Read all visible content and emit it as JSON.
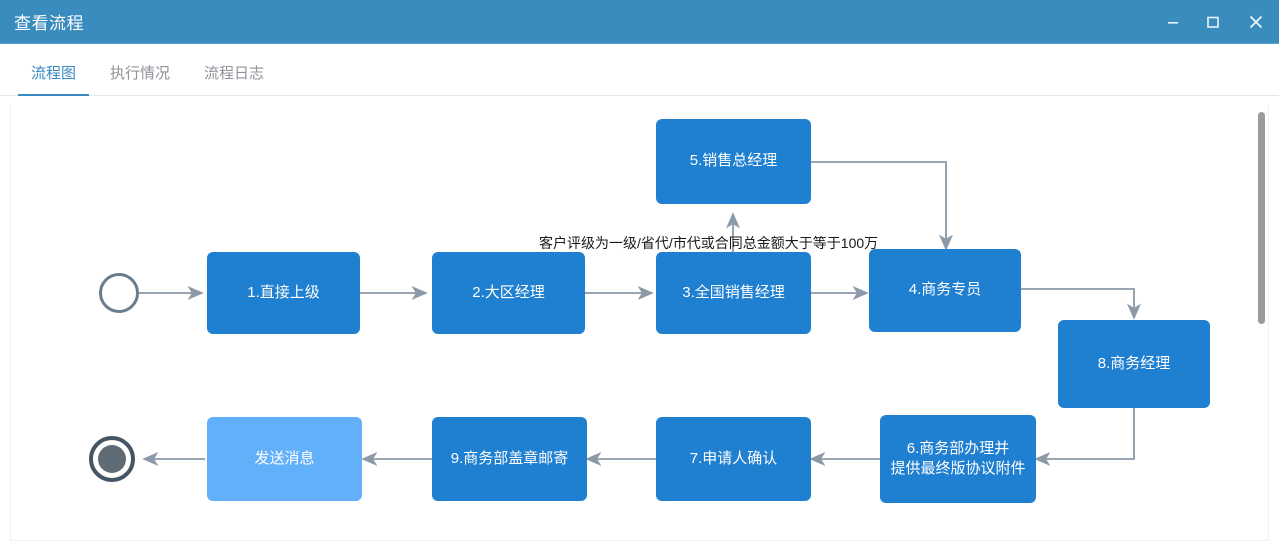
{
  "window": {
    "title": "查看流程",
    "controls": [
      {
        "name": "minimize",
        "glyph": "minimize-icon"
      },
      {
        "name": "maximize",
        "glyph": "maximize-icon"
      },
      {
        "name": "close",
        "glyph": "close-icon"
      }
    ]
  },
  "tabs": [
    {
      "label": "流程图",
      "active": true
    },
    {
      "label": "执行情况",
      "active": false
    },
    {
      "label": "流程日志",
      "active": false
    }
  ],
  "colors": {
    "titlebar": "#3a8cbf",
    "tab_active": "#3a8ac4",
    "tab_inactive": "#909399",
    "node": "#1f7fd0",
    "node_light": "#63b0fa",
    "edge": "#8a9aa8",
    "event_start_border": "#6b7c8c",
    "event_end_border": "#465566",
    "event_end_core": "#5f6b75"
  },
  "diagram": {
    "start_event": {
      "name": "start-event"
    },
    "end_event": {
      "name": "end-event"
    },
    "nodes": [
      {
        "id": "n1",
        "label": "1.直接上级",
        "style": "solid"
      },
      {
        "id": "n2",
        "label": "2.大区经理",
        "style": "solid"
      },
      {
        "id": "n3",
        "label": "3.全国销售经理",
        "style": "solid"
      },
      {
        "id": "n5",
        "label": "5.销售总经理",
        "style": "solid"
      },
      {
        "id": "n4",
        "label": "4.商务专员",
        "style": "solid"
      },
      {
        "id": "n8",
        "label": "8.商务经理",
        "style": "solid"
      },
      {
        "id": "n6",
        "label": "6.商务部办理并\n提供最终版协议附件",
        "style": "solid"
      },
      {
        "id": "n7",
        "label": "7.申请人确认",
        "style": "solid"
      },
      {
        "id": "n9",
        "label": "9.商务部盖章邮寄",
        "style": "solid"
      },
      {
        "id": "nmsg",
        "label": "发送消息",
        "style": "light"
      }
    ],
    "edge_labels": [
      {
        "id": "cond1",
        "text": "客户评级为一级/省代/市代或合同总金额大于等于100万"
      }
    ]
  },
  "scrollbar": {
    "name": "vertical-scrollbar"
  }
}
